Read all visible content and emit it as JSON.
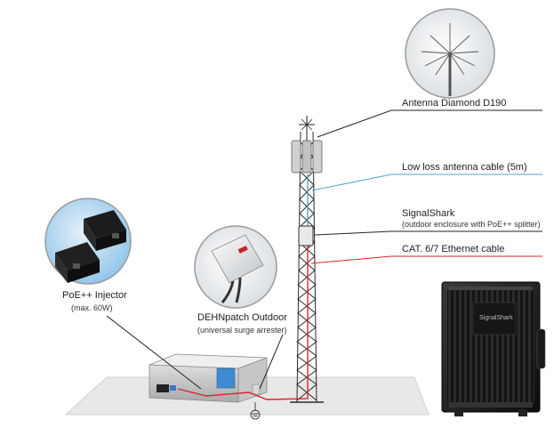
{
  "labels": {
    "antenna": "Antenna Diamond D190",
    "cable_antenna": "Low loss antenna cable (5m)",
    "signalshark": "SignalShark",
    "signalshark_sub": "(outdoor enclosure with PoE++ splitter)",
    "cable_ethernet": "CAT. 6/7 Ethernet cable",
    "poe": "PoE++ Injector",
    "poe_sub": "(max. 60W)",
    "dehn": "DEHNpatch Outdoor",
    "dehn_sub": "(universal surge arrester)"
  },
  "enclosure_badge_text": "SignalShark",
  "colors": {
    "antenna_cable": "#4fa3d9",
    "ethernet_cable": "#d9262b",
    "leader_line": "#222222",
    "callout_ring": "#9a9a9a",
    "tower": "#2a2a2a",
    "ground": "#e6e6e6"
  }
}
